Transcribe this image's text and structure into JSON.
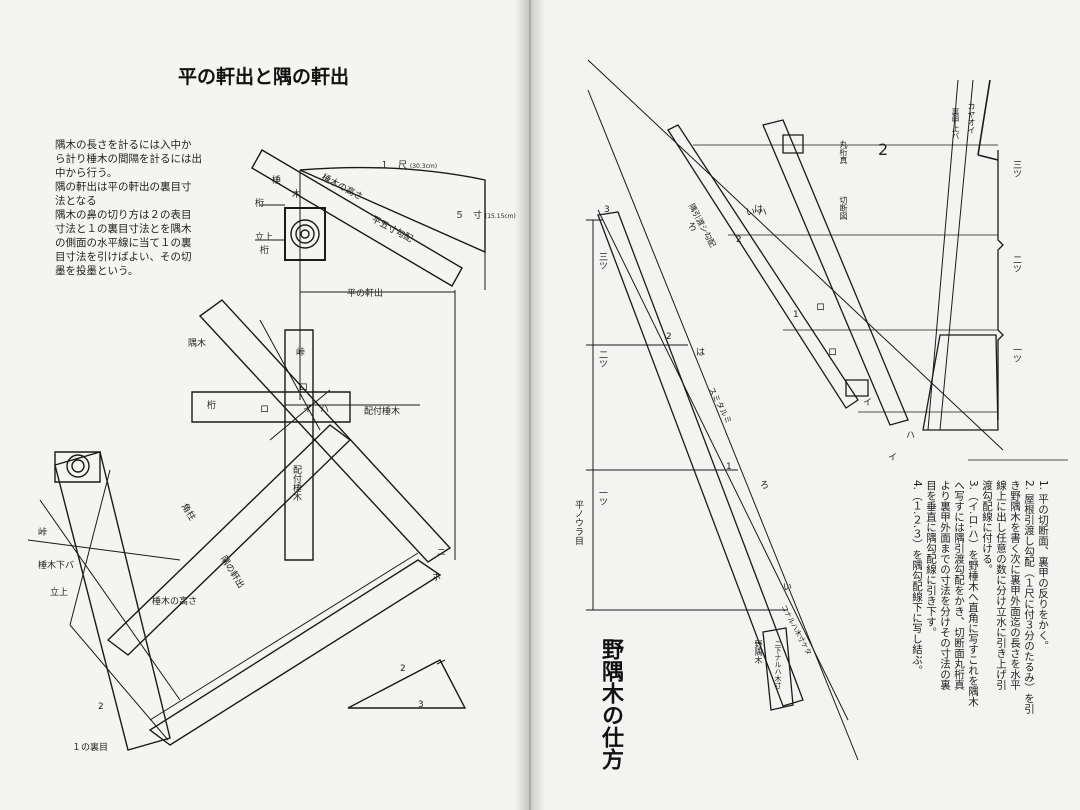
{
  "left_page": {
    "title": "平の軒出と隅の軒出",
    "intro_lines": [
      "隅木の長さを計るには入中か",
      "ら計り棰木の間隔を計るには出",
      "中から行う。",
      "隅の軒出は平の軒出の裏目寸",
      "法となる",
      "隅木の鼻の切り方は２の表目",
      "寸法と１の裏目寸法とを隅木",
      "の側面の水平線に当て１の裏",
      "目寸法を引けばよい、その切",
      "墨を投墨という。"
    ],
    "labels": {
      "shaku": "１　尺",
      "shaku_cm": "(30.3cm)",
      "go_sun": "５　寸",
      "go_sun_cm": "(15.15cm)",
      "taruki": "棰",
      "ki": "木",
      "taruki_height": "棰木の高さ",
      "hira_go_sun": "平五寸勾配",
      "keta": "桁",
      "tachiagari": "立上",
      "keta2": "桁",
      "hira_nokide": "平の軒出",
      "sumiki": "隅木",
      "mine": "峠",
      "ro_top": "ロ",
      "keta3": "桁",
      "ro_mid": "ロ",
      "i_mid": "イ",
      "ha_mid": "ハ",
      "haitsuke_taruki": "配付棰木",
      "haitsuke_taruki_v": "配付棰木",
      "sumi_nokide": "隅の軒出",
      "mine2": "峠",
      "taruki_shita": "棰木下バ",
      "tachiagari2": "立上",
      "taruki_height2": "棰木の高さ",
      "kakuzumi": "角柱",
      "num_2": "2",
      "num_3": "3",
      "ura_1": "１の裏目",
      "dim_2": "2",
      "ho": "ホ",
      "ni": "ニ"
    }
  },
  "right_page": {
    "title": "野隅木の仕方",
    "steps": [
      "1. 平の切断面、裏甲の反りをかく。",
      "2. 屋根引渡し勾配（１尺に付３分のたるみ）を引",
      "き野隅木を書く次に裏甲外面迄の長さを水平",
      "線上に出し任意の数に分け立水に引き上げ引",
      "渡勾配線に付ける。",
      "3.（イ.ロ.ハ）を野棰木へ直角に写すこれを隅木",
      "へ写すには隅引渡勾配をかき、切断面丸桁真",
      "より裏甲外面までの寸法を分けその寸法の裏",
      "目を垂直に隅勾配線に引き下す。",
      "4.（１.２.３）を隅勾配線下に写し結ぶ。"
    ],
    "labels": {
      "hira_noura": "平ノウラ目",
      "mitsu_a": "三ツ",
      "futatsu_a": "二ツ",
      "hitotsu_a": "一ツ",
      "mitsu_b": "三ツ",
      "futatsu_b": "二ツ",
      "hitotsu_b": "一ツ",
      "urako_ueba": "裏甲上バ",
      "kayaoi": "カヤオイ",
      "marugeta": "丸桁真",
      "setsudanzu": "切断図",
      "sumi_hikiwatashi": "隅引渡シ勾配",
      "ro_r": "ロ",
      "yane_sumiki": "野隅木",
      "num3": "3",
      "num2": "2",
      "num1": "1",
      "ha_r1": "ハ",
      "ro_r2": "ロ",
      "i_r": "イ",
      "ha_r2": "は",
      "ro_r3": "ろ",
      "i_r2": "い",
      "sumi_taruki_mizu": "スミタルミ",
      "num2b": "2",
      "num1b": "1",
      "nokoshi_sumigi": "ニ下ナルハ木寸",
      "nokoshi_sumigi2": "コナルハ木寸ケタ",
      "num_2c": "2",
      "ha_b": "ハ",
      "i_b": "イ",
      "i_c": "い",
      "ro_c": "ろ",
      "ha_c": "は"
    }
  }
}
